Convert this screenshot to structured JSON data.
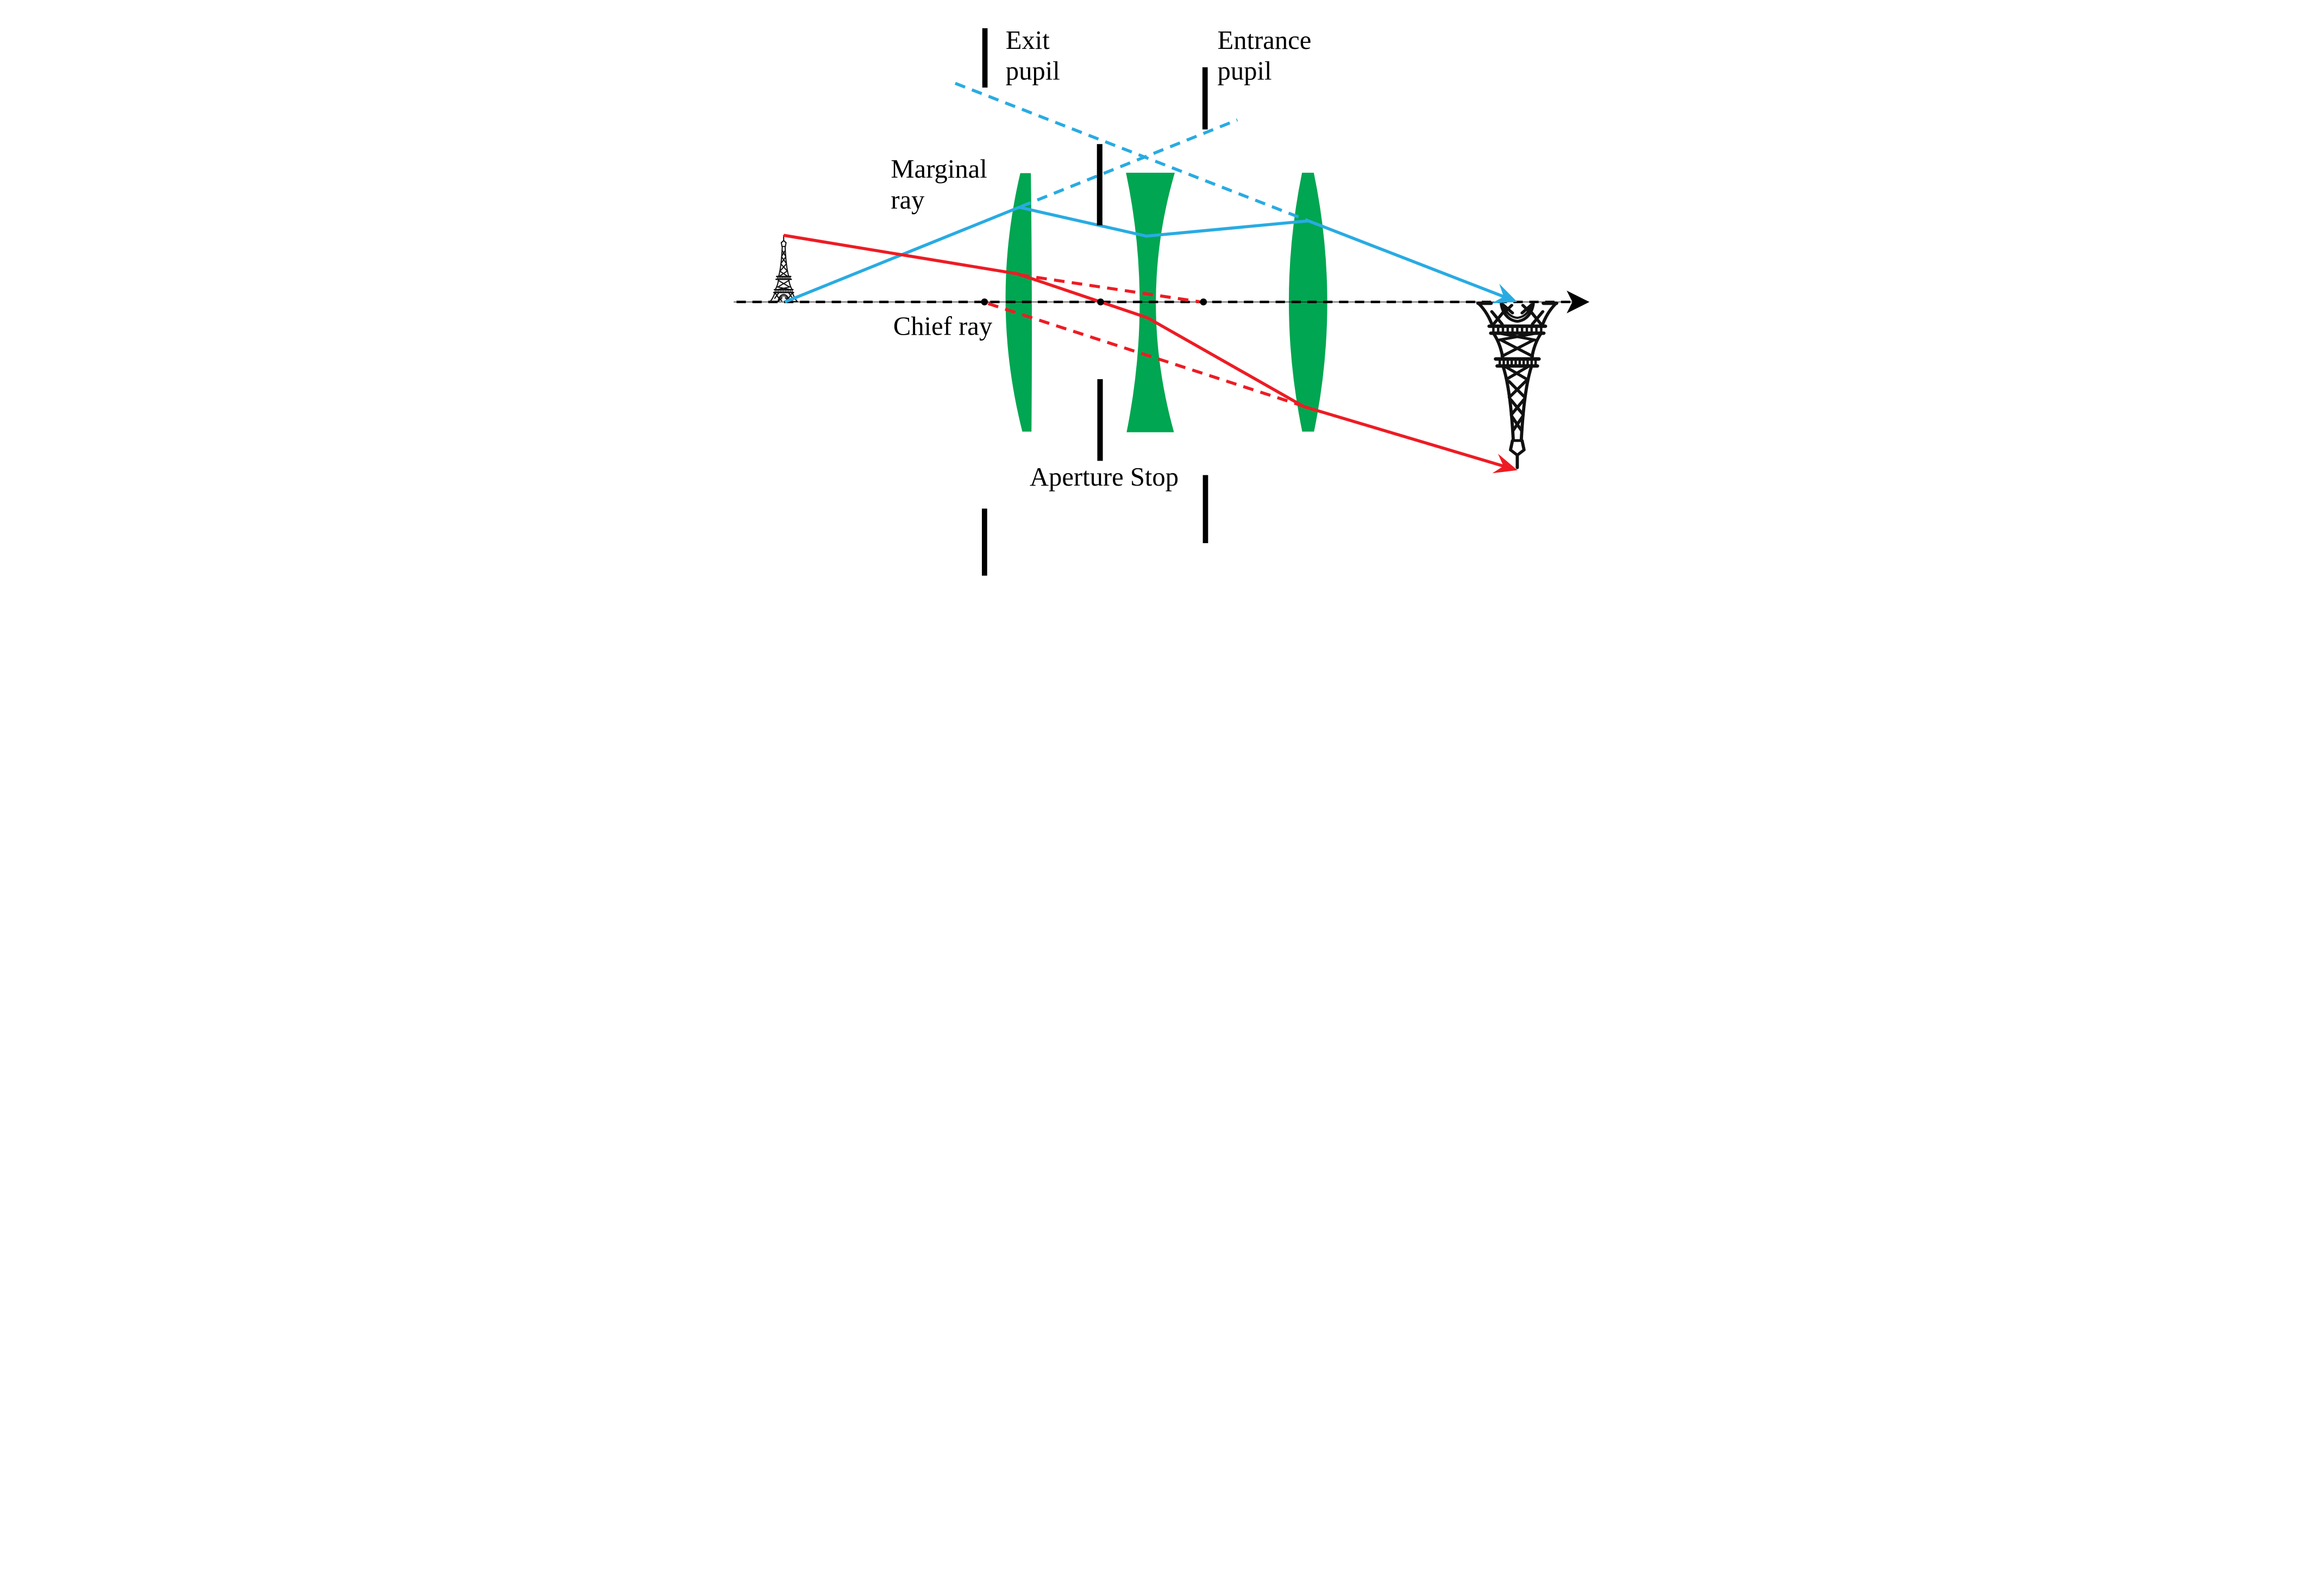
{
  "diagram": {
    "labels": {
      "exit_pupil": {
        "line1": "Exit",
        "line2": "pupil"
      },
      "entrance_pupil": {
        "line1": "Entrance",
        "line2": "pupil"
      },
      "marginal_ray": {
        "line1": "Marginal",
        "line2": "ray"
      },
      "chief_ray": "Chief ray",
      "aperture_stop": "Aperture Stop"
    },
    "colors": {
      "marginal_ray": "#29ABE2",
      "chief_ray": "#ED1C24",
      "lens_green": "#00A651",
      "ink": "#000000",
      "background": "#FFFFFF"
    },
    "elements": {
      "object_icon": "eiffel-tower-object",
      "image_icon": "eiffel-tower-image-inverted",
      "lenses": [
        "biconvex-left",
        "biconcave-middle",
        "biconvex-right"
      ],
      "axial_dots": [
        "exit-pupil-point",
        "aperture-stop-point",
        "entrance-pupil-point"
      ],
      "rays": [
        {
          "name": "marginal-ray",
          "style": "solid-with-dashed-extensions",
          "color": "#29ABE2"
        },
        {
          "name": "chief-ray",
          "style": "solid-with-dashed-extensions",
          "color": "#ED1C24"
        }
      ]
    }
  }
}
